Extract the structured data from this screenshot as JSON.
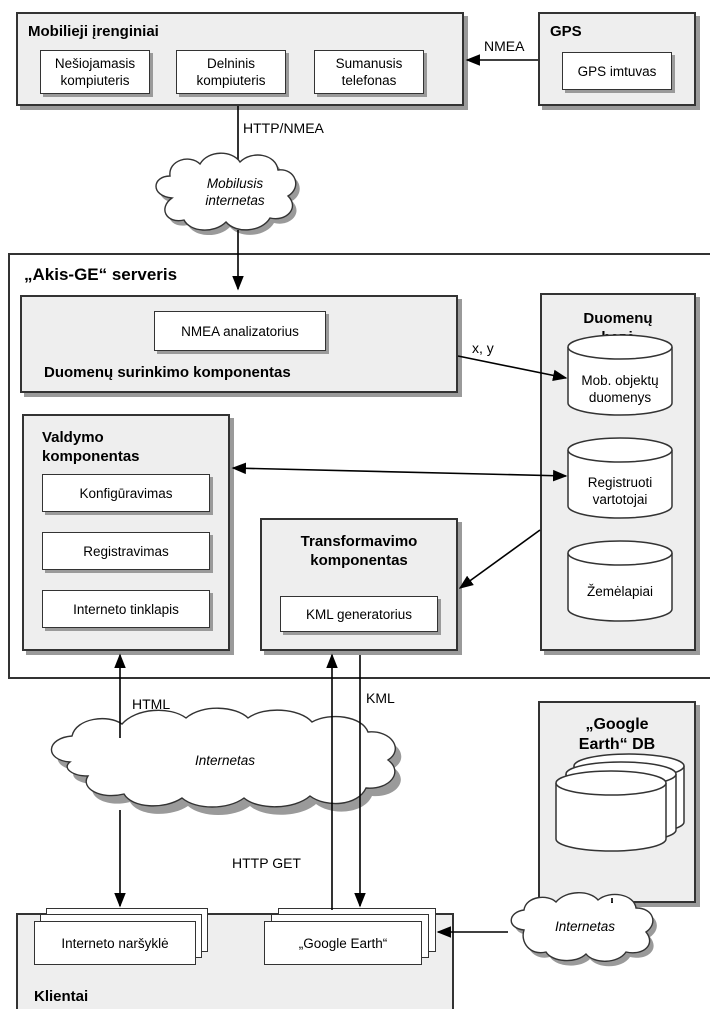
{
  "mobile": {
    "title": "Mobilieji įrenginiai",
    "devices": [
      "Nešiojamasis\nkompiuteris",
      "Delninis\nkompiuteris",
      "Sumanusis\ntelefonas"
    ]
  },
  "gps": {
    "title": "GPS",
    "receiver": "GPS imtuvas"
  },
  "links": {
    "nmea": "NMEA",
    "http_nmea": "HTTP/NMEA",
    "xy": "x, y",
    "html": "HTML",
    "kml": "KML",
    "http_get": "HTTP GET"
  },
  "clouds": {
    "mobile_internet": "Mobilusis\ninternetas",
    "internet_main": "Internetas",
    "internet_right": "Internetas"
  },
  "server": {
    "title": "„Akis-GE“ serveris",
    "collector": {
      "title": "Duomenų surinkimo komponentas",
      "analyzer": "NMEA analizatorius"
    },
    "database": {
      "title": "Duomenų\nbazė",
      "items": [
        "Mob. objektų\nduomenys",
        "Registruoti\nvartotojai",
        "Žemėlapiai"
      ]
    },
    "control": {
      "title": "Valdymo\nkomponentas",
      "items": [
        "Konfigūravimas",
        "Registravimas",
        "Interneto tinklapis"
      ]
    },
    "transform": {
      "title": "Transformavimo\nkomponentas",
      "generator": "KML generatorius"
    }
  },
  "google_db": {
    "title": "„Google\nEarth“ DB"
  },
  "clients": {
    "title": "Klientai",
    "browser": "Interneto naršyklė",
    "google_earth": "„Google Earth“"
  }
}
